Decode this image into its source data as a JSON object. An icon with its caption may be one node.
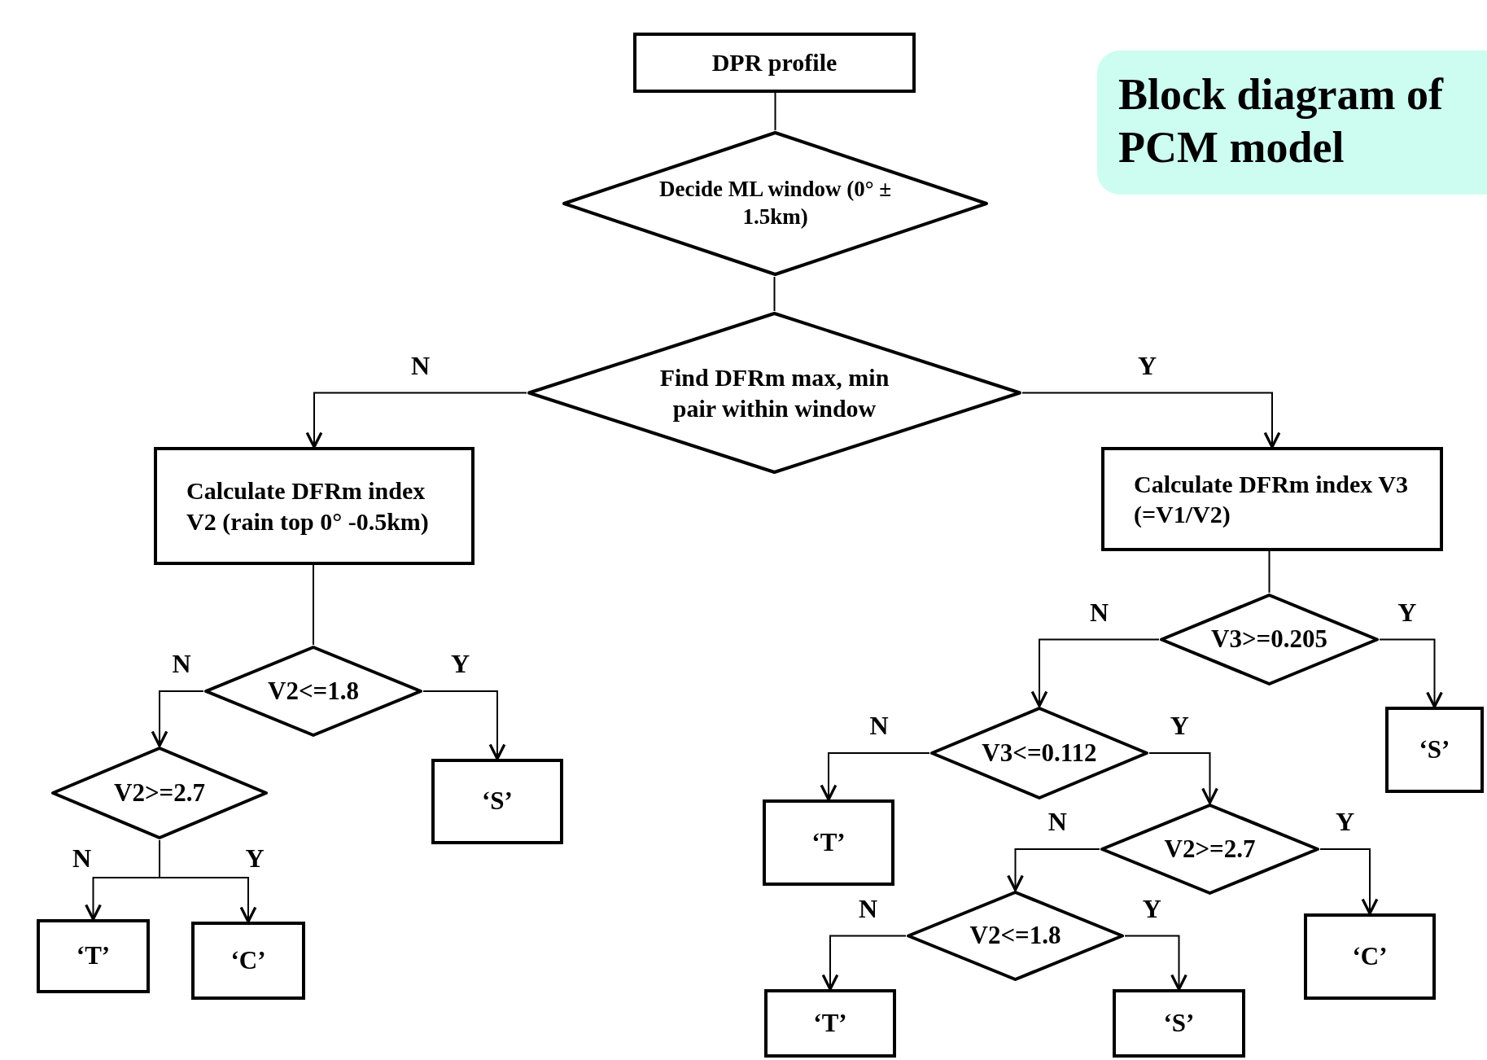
{
  "diagram": {
    "title": "Block diagram of PCM model",
    "nodes": [
      {
        "text": [
          "DPR profile"
        ]
      },
      {
        "text": [
          "Decide ML window (0° ± 1.5km)"
        ]
      },
      {
        "text": [
          "Find DFRm max, min pair within window"
        ]
      },
      {
        "text": [
          "Calculate DFRm index V2 (rain top 0° -0.5km)"
        ]
      },
      {
        "text": [
          "Calculate DFRm index V3 (=V1/V2)"
        ]
      },
      {
        "text": [
          "V2<=1.8"
        ]
      },
      {
        "text": [
          "‘S’"
        ]
      },
      {
        "text": [
          "V2>=2.7"
        ]
      },
      {
        "text": [
          "‘T’"
        ]
      },
      {
        "text": [
          "‘C’"
        ]
      },
      {
        "text": [
          "V3>=0.205"
        ]
      },
      {
        "text": [
          "‘S’"
        ]
      },
      {
        "text": [
          "V3<=0.112"
        ]
      },
      {
        "text": [
          "‘T’"
        ]
      },
      {
        "text": [
          "V2>=2.7"
        ]
      },
      {
        "text": [
          "V2<=1.8"
        ]
      },
      {
        "text": [
          "‘C’"
        ]
      },
      {
        "text": [
          "‘T’"
        ]
      },
      {
        "text": [
          "‘S’"
        ]
      }
    ],
    "edges": [
      {
        "from": 0,
        "to": 1,
        "arrow": "none"
      },
      {
        "from": 1,
        "to": 2,
        "arrow": "none"
      },
      {
        "from": 2,
        "to": 3,
        "arrow": "to",
        "label": "N"
      },
      {
        "from": 2,
        "to": 4,
        "arrow": "to",
        "label": "Y"
      },
      {
        "from": 3,
        "to": 5,
        "arrow": "none"
      },
      {
        "from": 5,
        "to": 7,
        "arrow": "to",
        "label": "N"
      },
      {
        "from": 5,
        "to": 6,
        "arrow": "to",
        "label": "Y"
      },
      {
        "from": 7,
        "to": 8,
        "arrow": "to",
        "label": "N"
      },
      {
        "from": 7,
        "to": 9,
        "arrow": "to",
        "label": "Y"
      },
      {
        "from": 4,
        "to": 10,
        "arrow": "none"
      },
      {
        "from": 10,
        "to": 12,
        "arrow": "to",
        "label": "N"
      },
      {
        "from": 10,
        "to": 11,
        "arrow": "to",
        "label": "Y"
      },
      {
        "from": 12,
        "to": 13,
        "arrow": "to",
        "label": "N"
      },
      {
        "from": 12,
        "to": 14,
        "arrow": "to",
        "label": "Y"
      },
      {
        "from": 14,
        "to": 15,
        "arrow": "to",
        "label": "N"
      },
      {
        "from": 14,
        "to": 16,
        "arrow": "to",
        "label": "Y"
      },
      {
        "from": 15,
        "to": 17,
        "arrow": "to",
        "label": "N"
      },
      {
        "from": 15,
        "to": 18,
        "arrow": "to",
        "label": "Y"
      }
    ]
  }
}
